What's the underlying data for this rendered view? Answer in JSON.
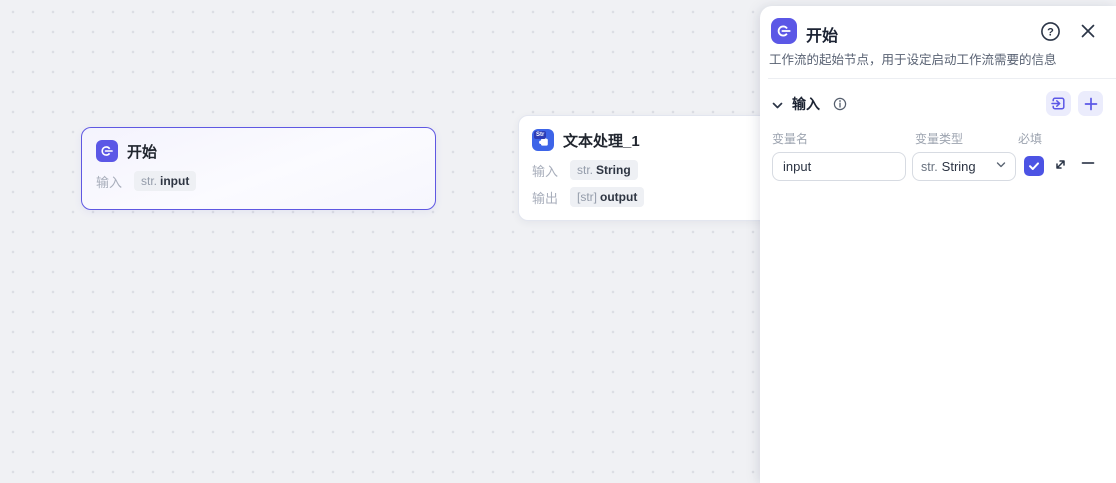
{
  "colors": {
    "accent": "#5b57e6",
    "node-blue": "#3d64e8",
    "edge-blue": "#4a4ae0",
    "port-blue": "#4a43de",
    "checkbox-blue": "#4c53e4",
    "annotation-red": "#f0524c"
  },
  "canvas": {
    "start_node": {
      "title": "开始",
      "input_label": "输入",
      "input_tag_prefix": "str.",
      "input_tag_value": "input"
    },
    "text_node": {
      "title": "文本处理_1",
      "rows": [
        {
          "label": "输入",
          "tag_prefix": "str.",
          "tag_value": "String"
        },
        {
          "label": "输出",
          "tag_prefix": "[str]",
          "tag_value": "output"
        }
      ]
    }
  },
  "panel": {
    "title": "开始",
    "description": "工作流的起始节点，用于设定启动工作流需要的信息",
    "help_glyph": "?",
    "input_section": {
      "label": "输入",
      "columns": {
        "name": "变量名",
        "type": "变量类型",
        "required": "必填"
      },
      "row": {
        "name_value": "input",
        "type_prefix": "str.",
        "type_value": "String",
        "required_checked": true
      }
    }
  }
}
